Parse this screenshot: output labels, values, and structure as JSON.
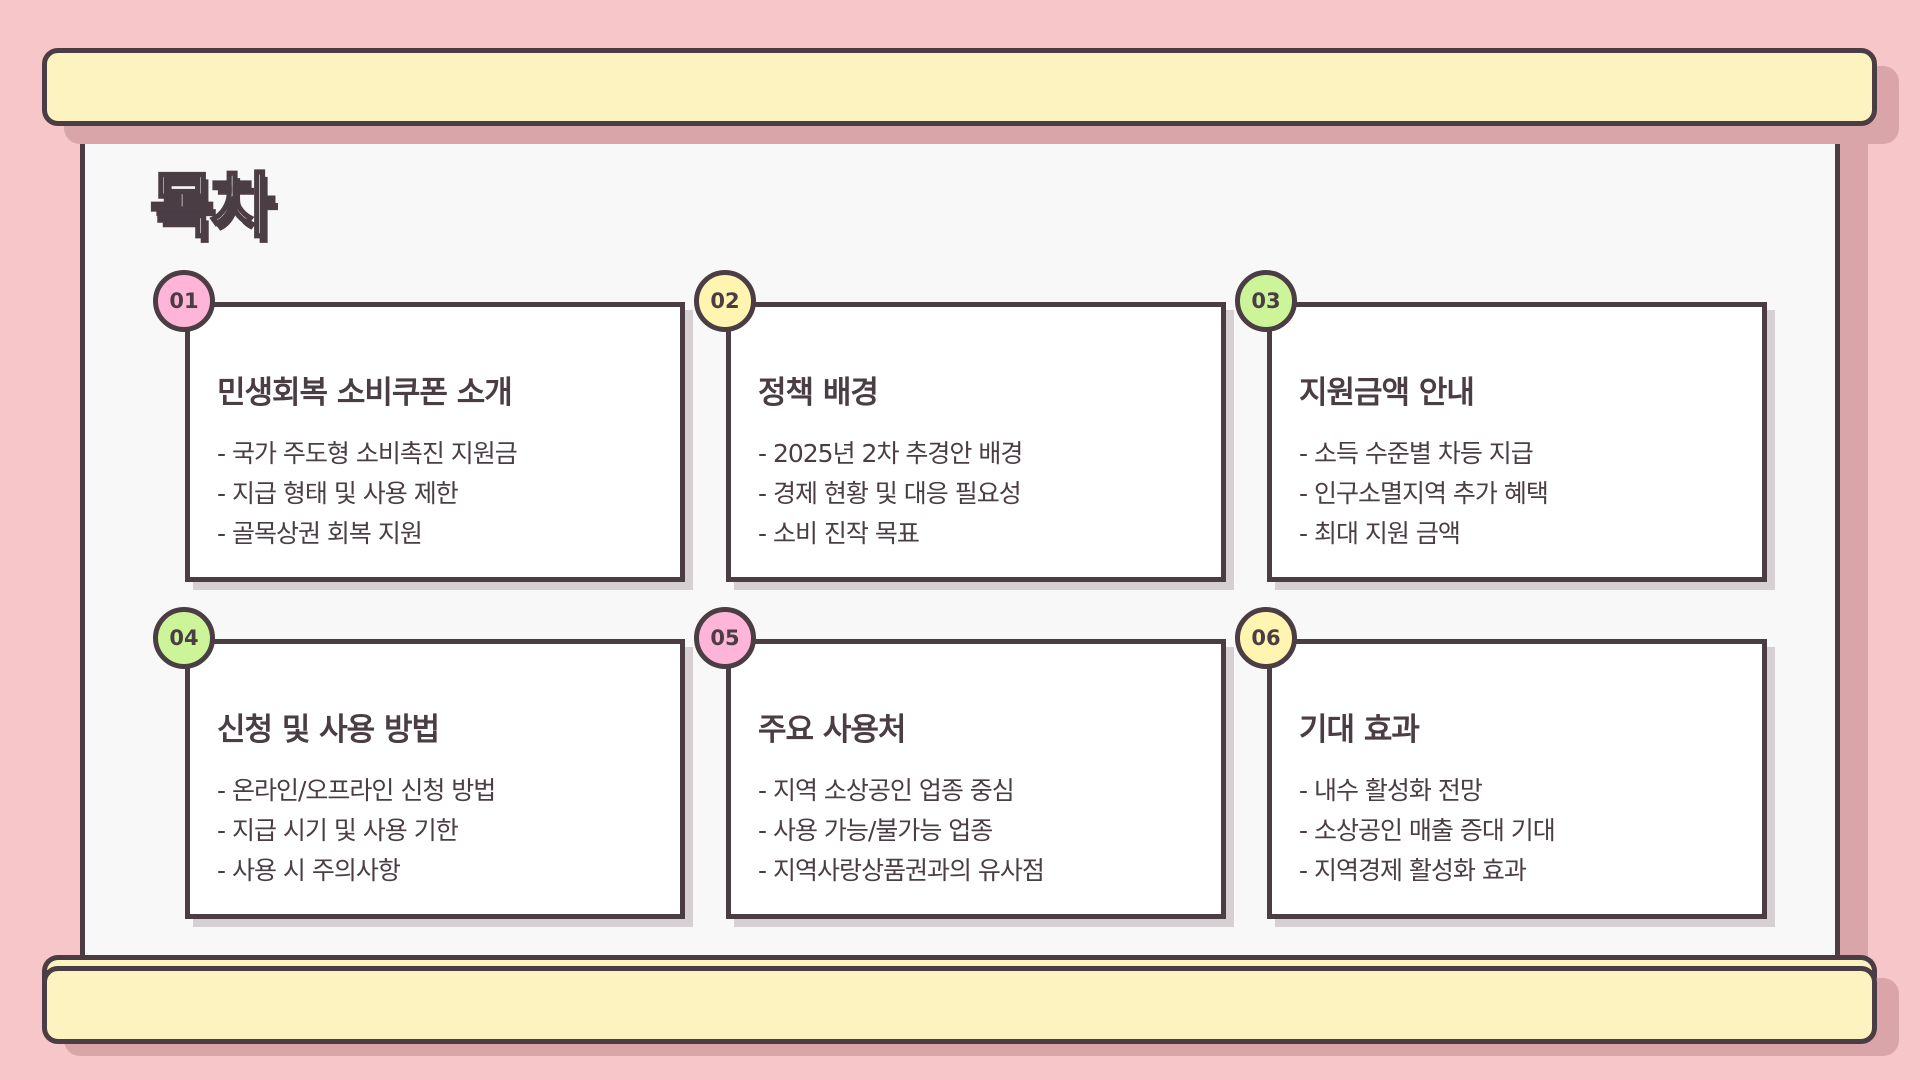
{
  "title": "목차",
  "cards": [
    {
      "number": "01",
      "title": "민생회복 소비쿠폰 소개",
      "lines": [
        "- 국가 주도형 소비촉진 지원금",
        "- 지급 형태 및 사용 제한",
        "- 골목상권 회복 지원"
      ],
      "badge_color": "#ffb5d8"
    },
    {
      "number": "02",
      "title": "정책 배경",
      "lines": [
        "- 2025년 2차 추경안 배경",
        "- 경제 현황 및 대응 필요성",
        "- 소비 진작 목표"
      ],
      "badge_color": "#fff5b0"
    },
    {
      "number": "03",
      "title": "지원금액 안내",
      "lines": [
        "- 소득 수준별 차등 지급",
        "- 인구소멸지역 추가 혜택",
        "- 최대 지원 금액"
      ],
      "badge_color": "#ccf59a"
    },
    {
      "number": "04",
      "title": "신청 및 사용 방법",
      "lines": [
        "- 온라인/오프라인 신청 방법",
        "- 지급 시기 및 사용 기한",
        "- 사용 시 주의사항"
      ],
      "badge_color": "#ccf59a"
    },
    {
      "number": "05",
      "title": "주요 사용처",
      "lines": [
        "- 지역 소상공인 업종 중심",
        "- 사용 가능/불가능 업종",
        "- 지역사랑상품권과의 유사점"
      ],
      "badge_color": "#ffb5d8"
    },
    {
      "number": "06",
      "title": "기대 효과",
      "lines": [
        "- 내수 활성화 전망",
        "- 소상공인 매출 증대 기대",
        "- 지역경제 활성화 효과"
      ],
      "badge_color": "#fff5b0"
    }
  ]
}
